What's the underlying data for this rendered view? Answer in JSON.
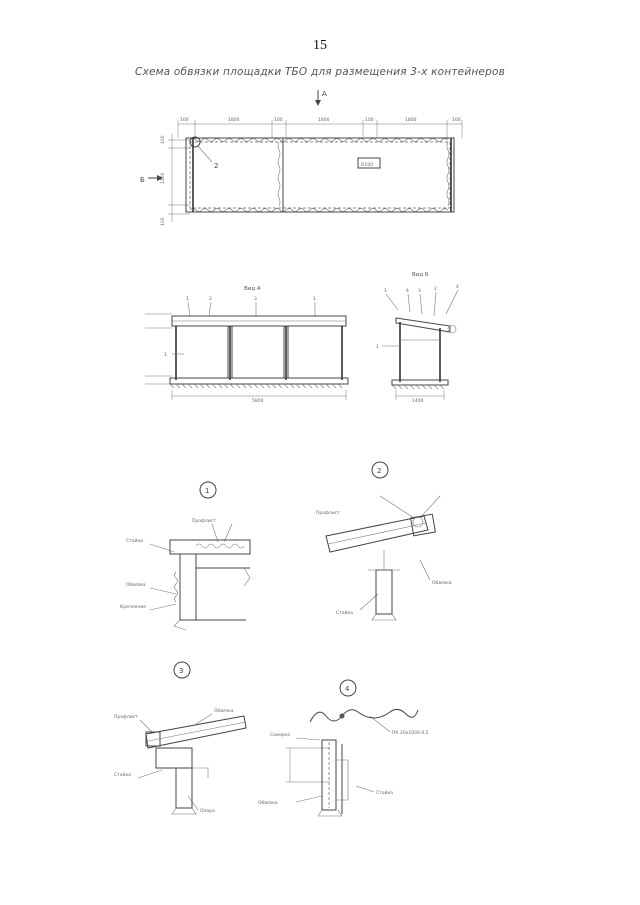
{
  "page": {
    "number": "15",
    "title": "Схема обвязки площадки ТБО для размещения 3-х контейнеров"
  },
  "plan": {
    "view_marker": "A",
    "side_marker": "Б",
    "top_dims": [
      "100",
      "1800",
      "100",
      "1800",
      "100",
      "1800",
      "100"
    ],
    "left_dims": [
      "100",
      "1200",
      "100"
    ],
    "callout": "2",
    "label": "D100"
  },
  "view_a": {
    "title": "Вид А",
    "callouts": [
      "1",
      "2",
      "3",
      "1"
    ],
    "side_callout": "1",
    "width_dim": "5800"
  },
  "view_b": {
    "title": "Вид Б",
    "callouts": [
      "1",
      "4",
      "3",
      "2",
      "4"
    ],
    "side_callout": "1",
    "width_dim": "1400"
  },
  "details": [
    {
      "num": "1",
      "labels": [
        "Профлист",
        "Стойка",
        "Обвязка",
        "Крепление"
      ]
    },
    {
      "num": "2",
      "labels": [
        "Профлист",
        "Обвязка",
        "Стойка"
      ]
    },
    {
      "num": "3",
      "labels": [
        "Профлист",
        "Обвязка",
        "Стойка",
        "Опора"
      ]
    },
    {
      "num": "4",
      "labels": [
        "ПК 20х1000-0,5",
        "Саморез",
        "Стойка",
        "Обвязка"
      ]
    }
  ]
}
